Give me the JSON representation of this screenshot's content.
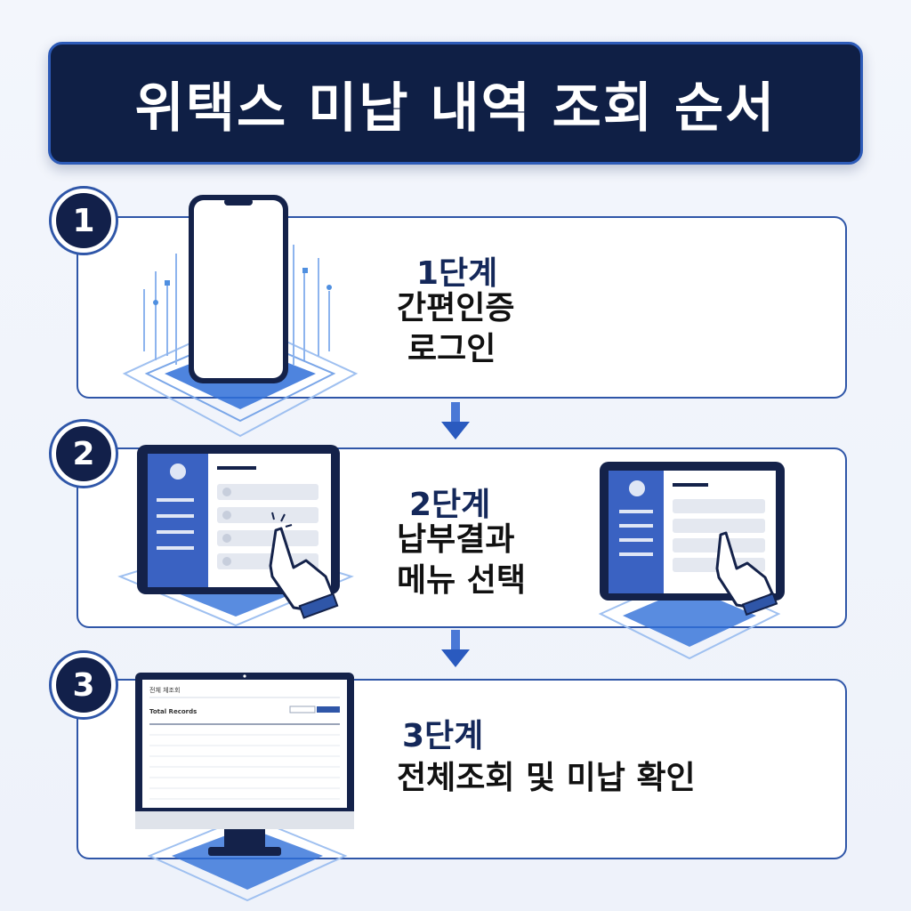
{
  "title": "위택스 미납 내역 조회 순서",
  "steps": [
    {
      "number": "1",
      "title": "1단계",
      "lines": [
        "간편인증",
        "로그인"
      ]
    },
    {
      "number": "2",
      "title": "2단계",
      "lines": [
        "납부결과",
        "메뉴 선택"
      ]
    },
    {
      "number": "3",
      "title": "3단계",
      "lines": [
        "전체조회 및 미납 확인"
      ]
    }
  ],
  "monitor_screen": {
    "header": "전체 체조회",
    "label": "Total Records"
  },
  "colors": {
    "navy": "#0f1f45",
    "blue": "#2f56a8",
    "accent": "#3a6fd8"
  }
}
